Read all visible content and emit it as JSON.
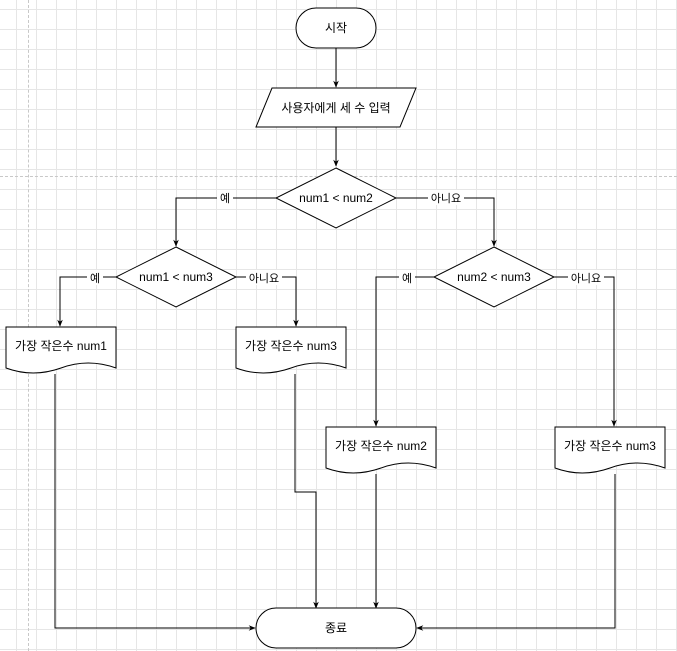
{
  "flowchart": {
    "start": "시작",
    "input": "사용자에게 세 수 입력",
    "cond_root": "num1 < num2",
    "cond_left": "num1 < num3",
    "cond_right": "num2 < num3",
    "out_num1": "가장 작은수 num1",
    "out_num3_left": "가장 작은수 num3",
    "out_num2": "가장 작은수 num2",
    "out_num3_right": "가장 작은수 num3",
    "end": "종료"
  },
  "edge_labels": {
    "yes": "예",
    "no": "아니요"
  },
  "colors": {
    "stroke": "#000000",
    "fill": "#ffffff",
    "grid": "#e6e6e6"
  }
}
